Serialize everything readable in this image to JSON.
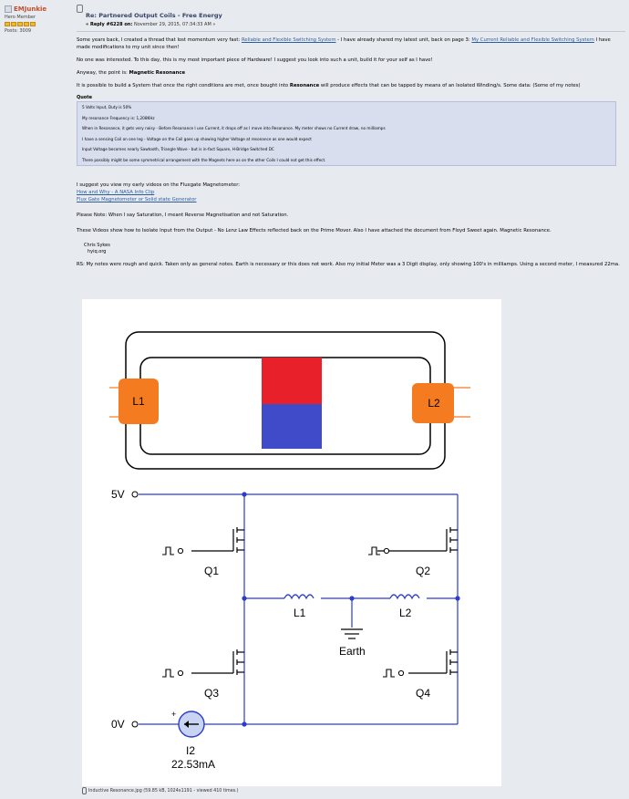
{
  "poster": {
    "username": "EMJunkie",
    "rank": "Hero Member",
    "star_count": 5,
    "posts": "Posts: 3009"
  },
  "post": {
    "subject": "Re: Partnered Output Coils - Free Energy",
    "reply_prefix": "« Reply #6228 on:",
    "reply_date": "November 29, 2015, 07:34:33 AM »",
    "p1_a": "Some years back, I created a thread that lost momentum very fast:",
    "link1": "Reliable and Flexible Switching System",
    "p1_b": "- I have already shared my latest unit, back on page 3:",
    "link2": "My Current Reliable and Flexible Switching System",
    "p1_c": "I have made modifications to my unit since then!",
    "p2": "No one was interested. To this day, this is my most important piece of Hardware! I suggest you look into such a unit, build it for your self as I have!",
    "p3_a": "Anyway, the point is:",
    "p3_b": "Magnetic Resonance",
    "p4_a": "It is possible to build a System that once the right conditions are met, once bought into",
    "p4_b": "Resonance",
    "p4_c": "will produce effects that can be tapped by means of an Isolated Winding/s.  Some data: (Some of my notes)",
    "quote_label": "Quote",
    "quote_lines": [
      "5 Volts Input, Duty is 50%",
      "My resonance Frequency is: 1,208KHz",
      "When in Resonance, it gets very noisy - Before Resonance I use Current, it drops off as I move into Resonance. My meter shows no Current draw, no milliamps",
      "I have a sensing Coil on one leg - Voltage on the Coil goes up showing higher Voltage at resonance as one would expect",
      "Input Voltage becomes nearly Sawtooth, Triangle Wave - but is in-fact Square, H-Bridge Switched DC",
      "There possibly might be some symmetrical arrangement with the Magnets here as on the other Coils I could not get this effect."
    ],
    "p5": "I suggest you view my early videos on the Fluxgate Magnetometer:",
    "link3": "How and Why - A NASA Info Clip",
    "link4": "Flux Gate Magnetometer or Solid state Generator",
    "p6": "Please Note: When I say Saturation, I meant Reverse Magnetisation and not Saturation.",
    "p7": "These Videos show how to Isolate Input from the Output - No Lenz Law Effects reflected back on the Prime Mover. Also I have attached the document from Floyd Sweet again. Magnetic Resonance.",
    "sig_name": "Chris Sykes",
    "sig_site": "hyiq.org",
    "p8": "RS: My notes were rough and quick. Taken only as general notes. Earth is necessary or this does not work. Also my initial Meter was a 3 Digit display, only showing 100's in milliamps. Using a second meter, I measured 22ma."
  },
  "figure": {
    "coil_left": "L1",
    "coil_right": "L2",
    "rail_top": "5V",
    "rail_bottom": "0V",
    "q1": "Q1",
    "q2": "Q2",
    "q3": "Q3",
    "q4": "Q4",
    "l1": "L1",
    "l2": "L2",
    "earth": "Earth",
    "plus": "+",
    "source_name": "I2",
    "source_value": "22.53mA",
    "colors": {
      "coil": "#f47b20",
      "magnet_n": "#e8202a",
      "magnet_s": "#3f4bc9",
      "wire": "#2b3bd0"
    }
  },
  "attachment": {
    "text": "Inductive Resonance.jpg (59.85 kB, 1024x1191 - viewed 410 times.)"
  }
}
